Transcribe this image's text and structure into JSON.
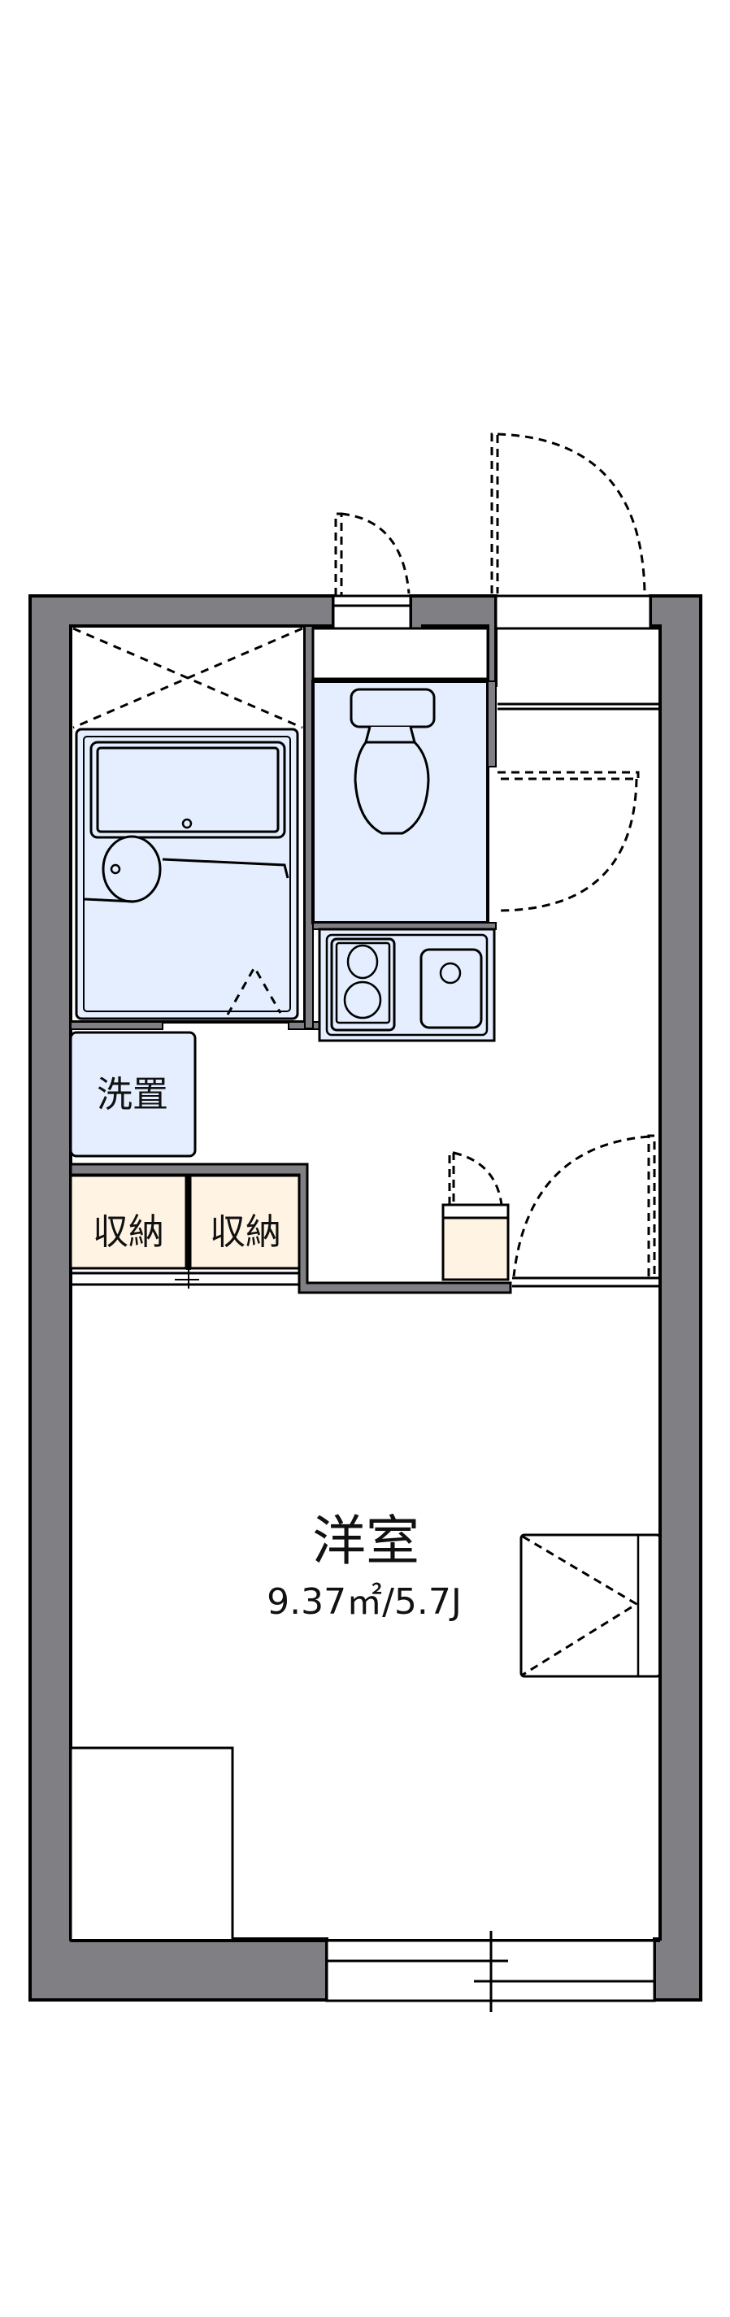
{
  "colors": {
    "wall": "#807f84",
    "wet_area": "#e4eefe",
    "storage": "#fff4e3",
    "line": "#000000",
    "background": "#ffffff"
  },
  "rooms": {
    "washer": {
      "label": "洗置"
    },
    "storage_left": {
      "label": "収納"
    },
    "storage_right": {
      "label": "収納"
    },
    "main_room": {
      "label": "洋室",
      "area": "9.37㎡/5.7J"
    }
  },
  "fixtures": [
    "unit-bath",
    "toilet",
    "kitchen-sink-stove",
    "shoe-box",
    "air-conditioner",
    "washer-space"
  ]
}
